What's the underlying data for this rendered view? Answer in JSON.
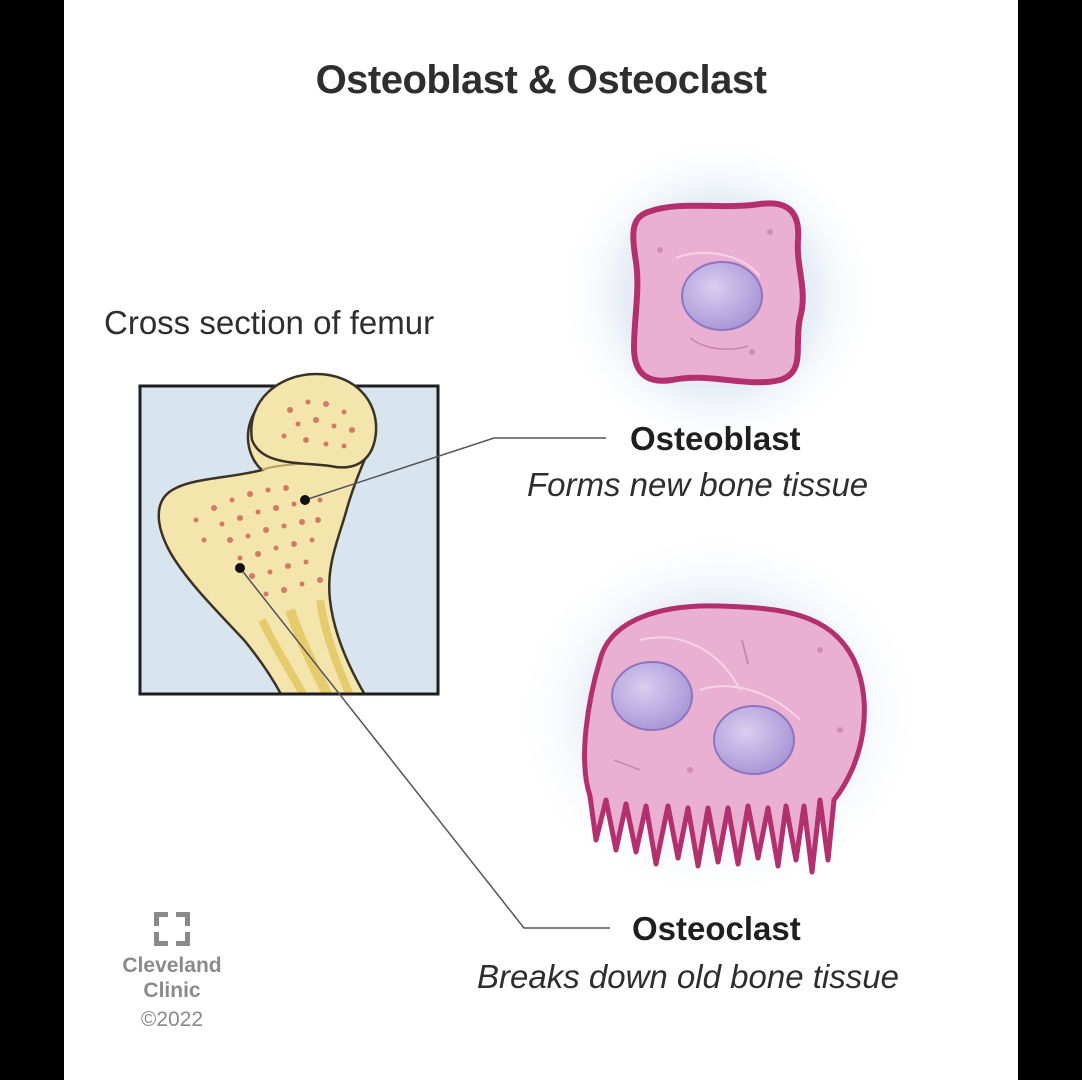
{
  "title": "Osteoblast & Osteoclast",
  "femur": {
    "caption": "Cross section of femur"
  },
  "osteoblast": {
    "name": "Osteoblast",
    "description": "Forms new bone tissue"
  },
  "osteoclast": {
    "name": "Osteoclast",
    "description": "Breaks down old bone tissue"
  },
  "logo": {
    "line1": "Cleveland",
    "line2": "Clinic",
    "copyright": "©2022"
  },
  "colors": {
    "cell_membrane": "#b8357a",
    "cell_body": "#e9a9cf",
    "nucleus": "#b7a6dc",
    "bone": "#f2e3a8",
    "marrow_dots": "#d27a63",
    "inset_bg": "#d8e4ee"
  }
}
